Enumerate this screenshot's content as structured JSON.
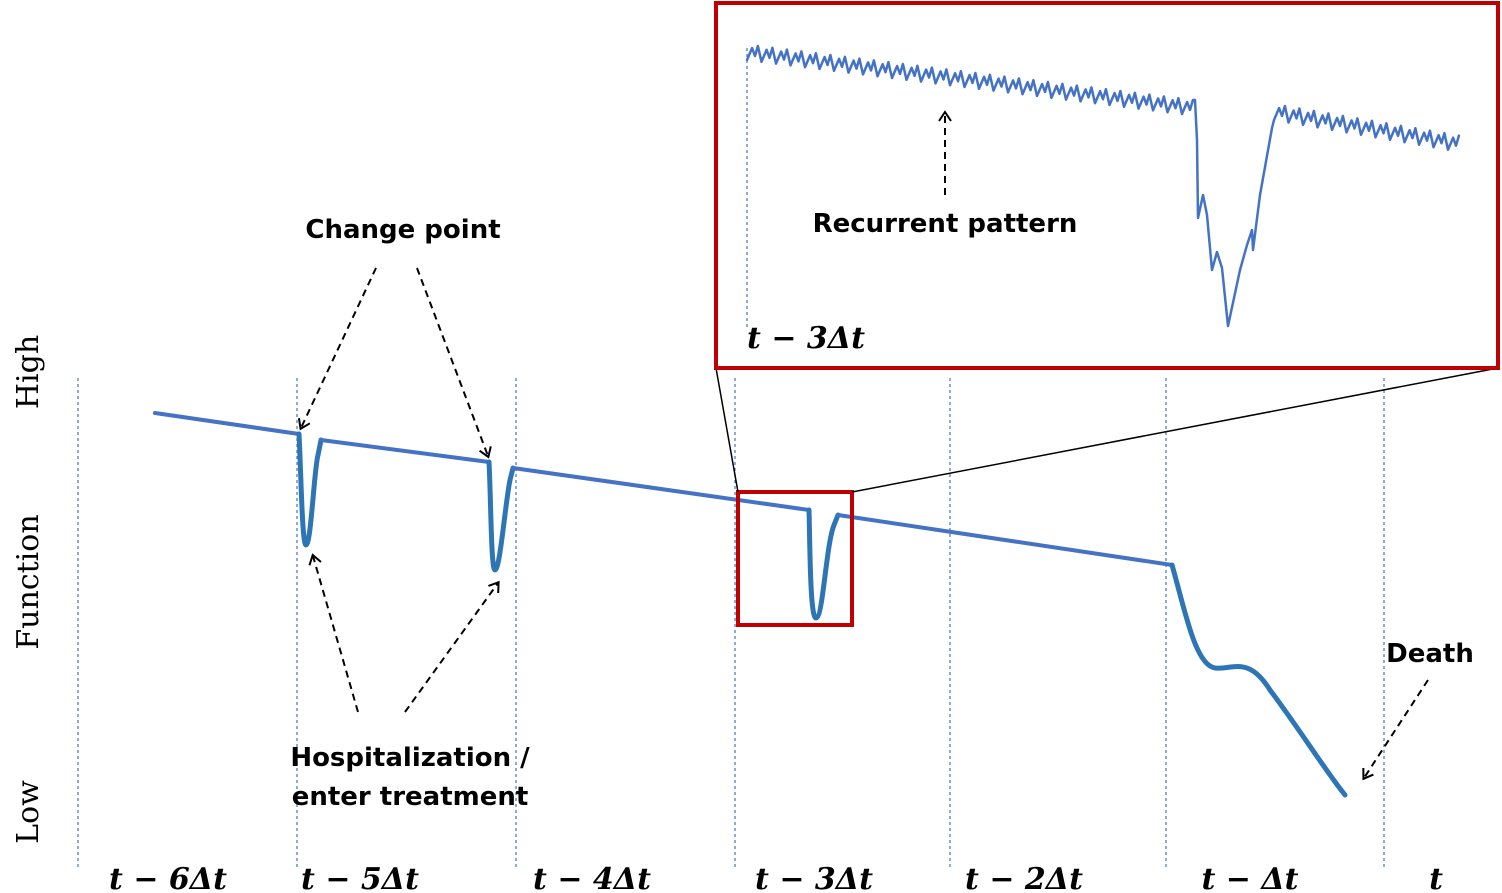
{
  "y_axis": {
    "high": "High",
    "function": "Function",
    "low": "Low"
  },
  "x_ticks": [
    "t − 6Δt",
    "t − 5Δt",
    "t − 4Δt",
    "t − 3Δt",
    "t − 2Δt",
    "t − Δt",
    "t"
  ],
  "annotations": {
    "change_point": "Change point",
    "hospitalization_line1": "Hospitalization /",
    "hospitalization_line2": "enter treatment",
    "death": "Death",
    "recurrent_pattern": "Recurrent pattern",
    "inset_tick": "t − 3Δt"
  },
  "colors": {
    "trace": "#4472c4",
    "highlight_box": "#c00000",
    "grid": "#4472c4"
  }
}
